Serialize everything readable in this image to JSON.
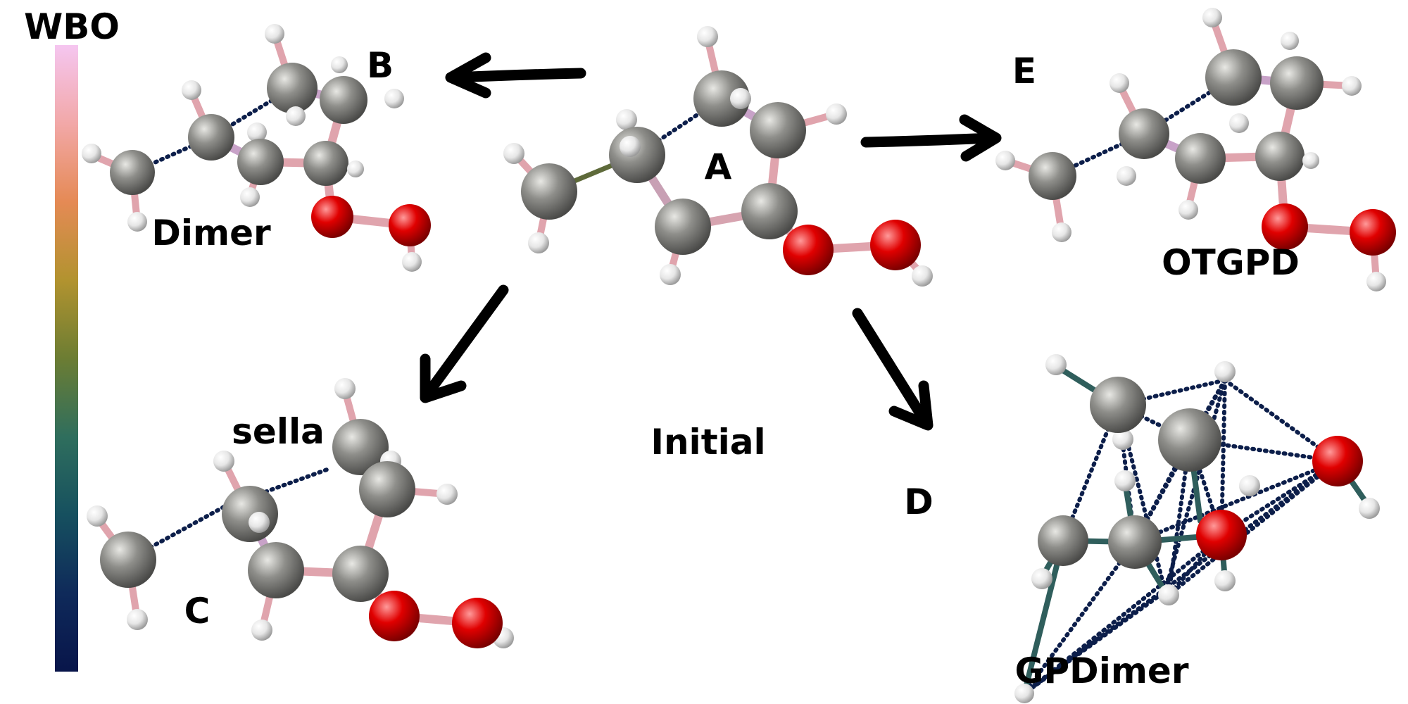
{
  "colorbar": {
    "title": "WBO",
    "gradient": [
      "#f5c6f0",
      "#f2a8a8",
      "#e58a55",
      "#b2932f",
      "#6c7d33",
      "#2f6e5d",
      "#16505f",
      "#0f2a5a",
      "#08154a"
    ]
  },
  "labels": {
    "a": "A",
    "b": "B",
    "c": "C",
    "d": "D",
    "e": "E",
    "initial": "Initial",
    "dimer": "Dimer",
    "sella": "sella",
    "gpdimer": "GPDimer",
    "otgpd": "OTGPD"
  },
  "colors": {
    "carbon": "#8e8e8a",
    "oxygen": "#e00000",
    "hydrogen": "#e6e6e6",
    "bond_strong": "#e0a4ad",
    "bond_mid": "#5e6a3a",
    "bond_weak": "#0c1e4a",
    "bond_teal": "#2f5e5c"
  }
}
